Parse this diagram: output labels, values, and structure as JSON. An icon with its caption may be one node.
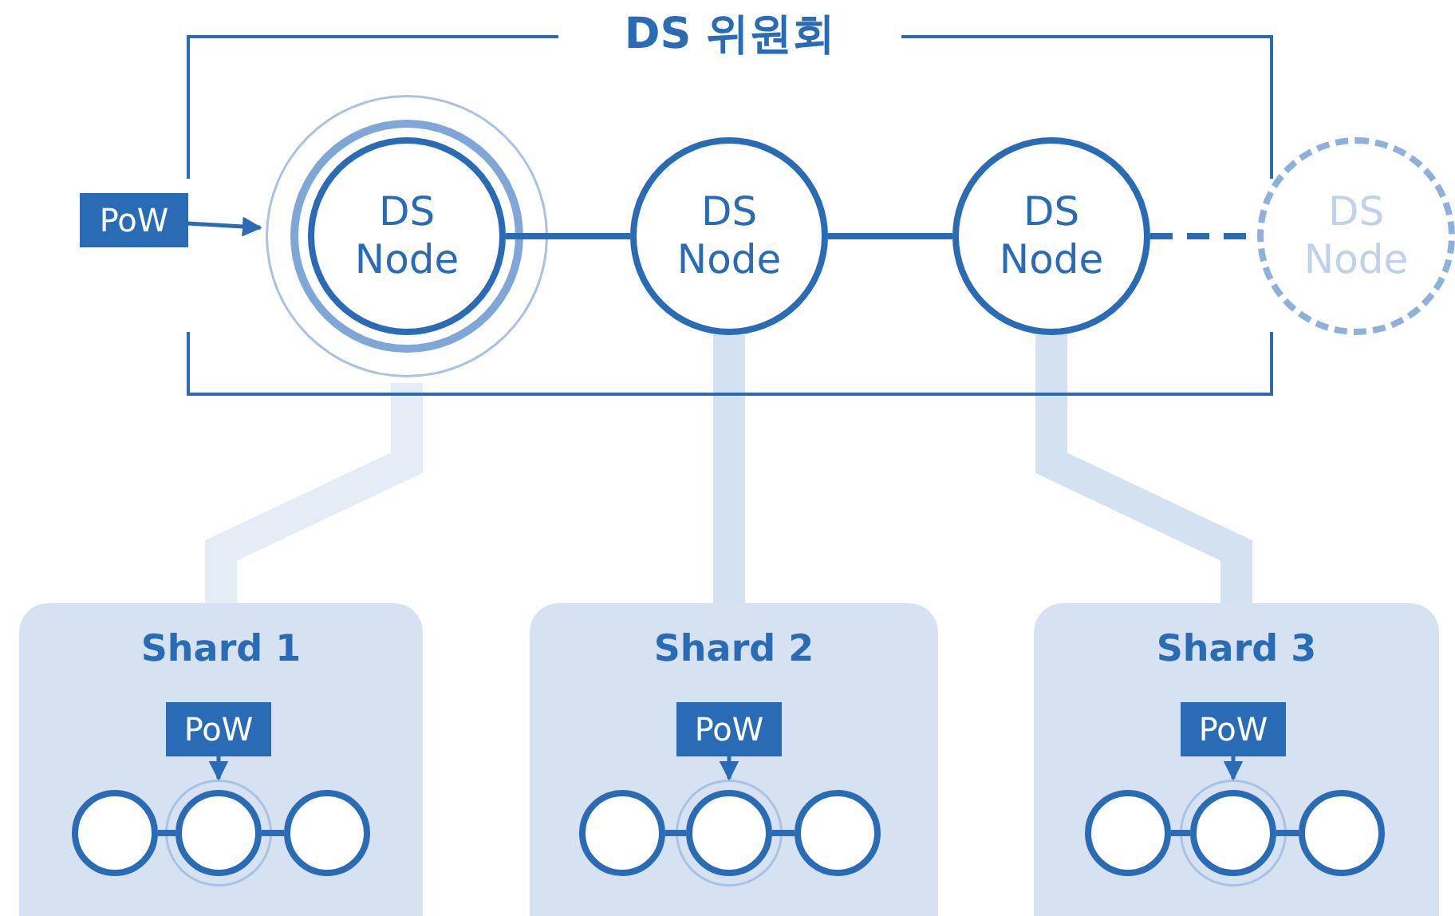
{
  "diagram": {
    "nodes": [
      {
        "text": [
          "DS 위원회"
        ]
      },
      {
        "text": [
          "PoW"
        ]
      },
      {
        "text": [
          "DS Node"
        ],
        "in": 0
      },
      {
        "text": [
          "DS Node"
        ],
        "in": 0
      },
      {
        "text": [
          "DS Node"
        ],
        "in": 0
      },
      {
        "text": [
          "DS Node"
        ]
      },
      {
        "text": [
          "Shard 1"
        ]
      },
      {
        "text": [
          "PoW"
        ],
        "in": 6
      },
      {
        "text": [],
        "shape": "circle",
        "in": 6
      },
      {
        "text": [],
        "shape": "circle",
        "in": 6
      },
      {
        "text": [],
        "shape": "circle",
        "in": 6
      },
      {
        "text": [
          "Shard 2"
        ]
      },
      {
        "text": [
          "PoW"
        ],
        "in": 11
      },
      {
        "text": [],
        "shape": "circle",
        "in": 11
      },
      {
        "text": [],
        "shape": "circle",
        "in": 11
      },
      {
        "text": [],
        "shape": "circle",
        "in": 11
      },
      {
        "text": [
          "Shard 3"
        ]
      },
      {
        "text": [
          "PoW"
        ],
        "in": 16
      },
      {
        "text": [],
        "shape": "circle",
        "in": 16
      },
      {
        "text": [],
        "shape": "circle",
        "in": 16
      },
      {
        "text": [],
        "shape": "circle",
        "in": 16
      }
    ],
    "edges": [
      {
        "from": 1,
        "to": 2,
        "arrow": "to"
      },
      {
        "from": 2,
        "to": 3,
        "arrow": "none"
      },
      {
        "from": 3,
        "to": 4,
        "arrow": "none"
      },
      {
        "from": 4,
        "to": 5,
        "arrow": "none",
        "style": "dashed"
      },
      {
        "from": 2,
        "to": 6,
        "arrow": "none",
        "style": "thick",
        "color": "#e4ecf6"
      },
      {
        "from": 3,
        "to": 11,
        "arrow": "none",
        "style": "thick",
        "color": "#d4e1f1"
      },
      {
        "from": 4,
        "to": 16,
        "arrow": "none",
        "style": "thick",
        "color": "#d4e1f1"
      },
      {
        "from": 7,
        "to": 9,
        "arrow": "to"
      },
      {
        "from": 8,
        "to": 9,
        "arrow": "none"
      },
      {
        "from": 9,
        "to": 10,
        "arrow": "none"
      },
      {
        "from": 12,
        "to": 14,
        "arrow": "to"
      },
      {
        "from": 13,
        "to": 14,
        "arrow": "none"
      },
      {
        "from": 14,
        "to": 15,
        "arrow": "none"
      },
      {
        "from": 17,
        "to": 19,
        "arrow": "to"
      },
      {
        "from": 18,
        "to": 19,
        "arrow": "none"
      },
      {
        "from": 19,
        "to": 20,
        "arrow": "none"
      }
    ]
  }
}
